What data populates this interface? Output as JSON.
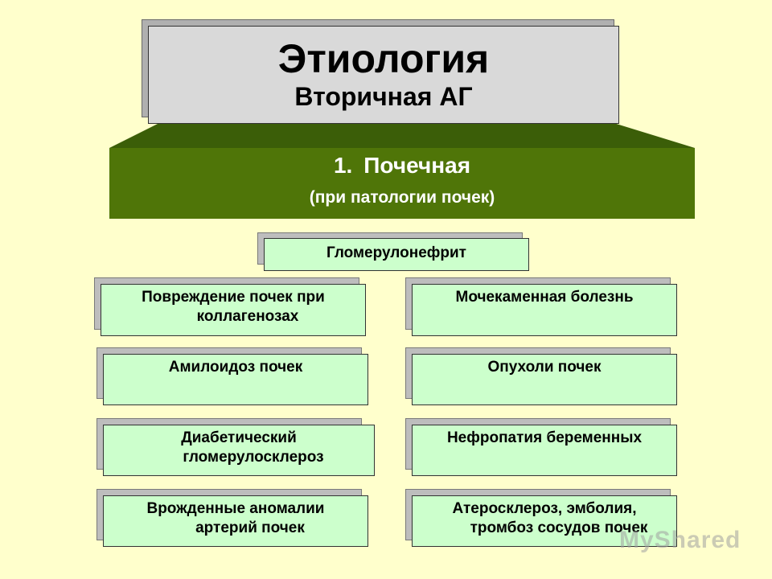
{
  "title": {
    "main": "Этиология",
    "sub": "Вторичная АГ"
  },
  "banner": {
    "number": "1.",
    "heading": "Почечная",
    "subheading": "(при патологии почек)"
  },
  "colors": {
    "background": "#ffffcc",
    "banner_green": "#4f7508",
    "banner_top_green": "#3b5e08",
    "box_fill": "#ccffcc",
    "title_fill": "#d9d9d9"
  },
  "causes": {
    "top": "Гломерулонефрит",
    "left": [
      [
        "Повреждение почек при",
        "коллагенозах"
      ],
      [
        "Амилоидоз почек"
      ],
      [
        "Диабетический",
        "гломерулосклероз"
      ],
      [
        "Врожденные аномалии",
        "артерий почек"
      ]
    ],
    "right": [
      [
        "Мочекаменная болезнь"
      ],
      [
        "Опухоли почек"
      ],
      [
        "Нефропатия беременных"
      ],
      [
        "Атеросклероз, эмболия,",
        "тромбоз сосудов почек"
      ]
    ]
  },
  "watermark": "MyShared"
}
